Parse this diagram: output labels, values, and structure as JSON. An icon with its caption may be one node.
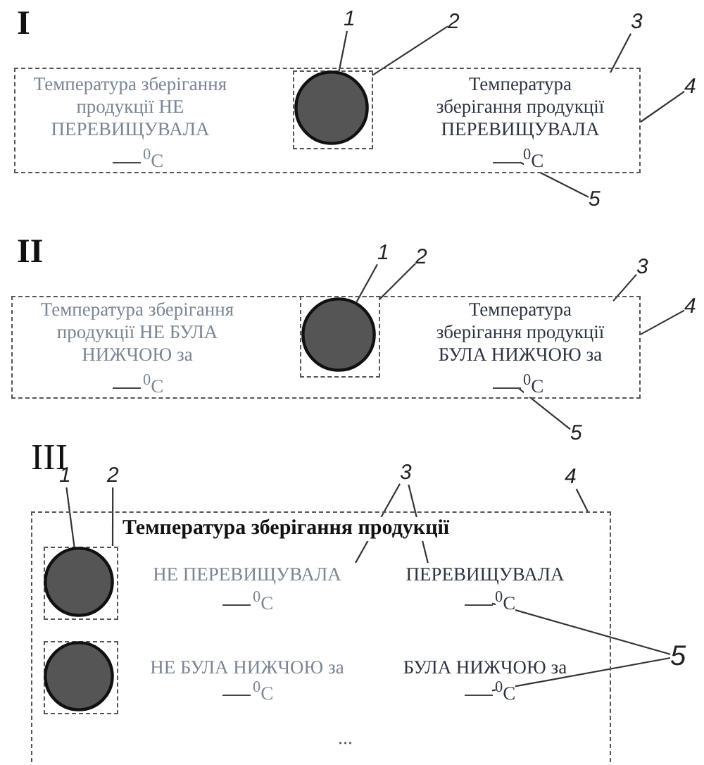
{
  "diagram": {
    "nodes": [
      {
        "text": [],
        "shape": "box"
      },
      {
        "text": [
          "Температура зберігання продукції НЕ ПЕРЕВИЩУВАЛА"
        ],
        "in": 0
      },
      {
        "text": [],
        "shape": "bar",
        "beside": [
          "$^{0}$C"
        ],
        "in": 0
      },
      {
        "text": [],
        "shape": "box",
        "in": 0
      },
      {
        "text": [],
        "shape": "circle",
        "in": 3
      },
      {
        "text": [
          "Температура зберігання продукції ПЕРЕВИЩУВАЛА"
        ],
        "in": 0
      },
      {
        "text": [],
        "shape": "bar",
        "beside": [
          "$^{0}$C"
        ],
        "in": 0
      },
      {
        "text": [
          "1"
        ]
      },
      {
        "text": [
          "2"
        ]
      },
      {
        "text": [
          "3"
        ]
      },
      {
        "text": [
          "4"
        ]
      },
      {
        "text": [
          "5"
        ]
      },
      {
        "text": [],
        "shape": "box"
      },
      {
        "text": [
          "Температура зберігання продукції НЕ БУЛА НИЖЧОЮ за"
        ],
        "in": 12
      },
      {
        "text": [],
        "shape": "bar",
        "beside": [
          "$^{0}$C"
        ],
        "in": 12
      },
      {
        "text": [],
        "shape": "box",
        "in": 12
      },
      {
        "text": [],
        "shape": "circle",
        "in": 15
      },
      {
        "text": [
          "Температура зберігання продукції БУЛА НИЖЧОЮ за"
        ],
        "in": 12
      },
      {
        "text": [],
        "shape": "bar",
        "beside": [
          "$^{0}$C"
        ],
        "in": 12
      },
      {
        "text": [
          "1"
        ]
      },
      {
        "text": [
          "2"
        ]
      },
      {
        "text": [
          "3"
        ]
      },
      {
        "text": [
          "4"
        ]
      },
      {
        "text": [
          "5"
        ]
      },
      {
        "text": [
          "Температура зберігання продукції"
        ]
      },
      {
        "text": [],
        "shape": "box",
        "in": 24
      },
      {
        "text": [],
        "shape": "circle",
        "in": 25
      },
      {
        "text": [
          "НЕ ПЕРЕВИЩУВАЛА"
        ],
        "in": 24
      },
      {
        "text": [],
        "shape": "bar",
        "beside": [
          "$^{0}$C"
        ],
        "in": 24
      },
      {
        "text": [
          "ПЕРЕВИЩУВАЛА"
        ],
        "in": 24
      },
      {
        "text": [],
        "shape": "bar",
        "beside": [
          "$^{0}$C"
        ],
        "in": 24
      },
      {
        "text": [],
        "shape": "box",
        "in": 24
      },
      {
        "text": [],
        "shape": "circle",
        "in": 31
      },
      {
        "text": [
          "НЕ БУЛА НИЖЧОЮ за"
        ],
        "in": 24
      },
      {
        "text": [],
        "shape": "bar",
        "beside": [
          "$^{0}$C"
        ],
        "in": 24
      },
      {
        "text": [
          "БУЛА НИЖЧОЮ за"
        ],
        "in": 24
      },
      {
        "text": [],
        "shape": "bar",
        "beside": [
          "$^{0}$C"
        ],
        "in": 24
      },
      {
        "text": [
          "1"
        ]
      },
      {
        "text": [
          "2"
        ]
      },
      {
        "text": [
          "3"
        ]
      },
      {
        "text": [
          "4"
        ]
      },
      {
        "text": [
          "5"
        ]
      }
    ],
    "edges": [
      {
        "from": 7,
        "to": 4,
        "arrow": "none"
      },
      {
        "from": 8,
        "to": 3,
        "arrow": "none"
      },
      {
        "from": 9,
        "to": 5,
        "arrow": "none"
      },
      {
        "from": 10,
        "to": 0,
        "arrow": "none"
      },
      {
        "from": 11,
        "to": 6,
        "arrow": "none"
      },
      {
        "from": 19,
        "to": 16,
        "arrow": "none"
      },
      {
        "from": 20,
        "to": 15,
        "arrow": "none"
      },
      {
        "from": 21,
        "to": 17,
        "arrow": "none"
      },
      {
        "from": 22,
        "to": 12,
        "arrow": "none"
      },
      {
        "from": 23,
        "to": 18,
        "arrow": "none"
      },
      {
        "from": 37,
        "to": 26,
        "arrow": "none"
      },
      {
        "from": 38,
        "to": 25,
        "arrow": "none"
      },
      {
        "from": 39,
        "to": 27,
        "arrow": "none"
      },
      {
        "from": 39,
        "to": 29,
        "arrow": "none"
      },
      {
        "from": 40,
        "to": 24,
        "arrow": "none"
      },
      {
        "from": 41,
        "to": 30,
        "arrow": "none"
      },
      {
        "from": 41,
        "to": 36,
        "arrow": "none"
      }
    ],
    "labels": [
      "I",
      "II",
      "III",
      "..."
    ]
  }
}
